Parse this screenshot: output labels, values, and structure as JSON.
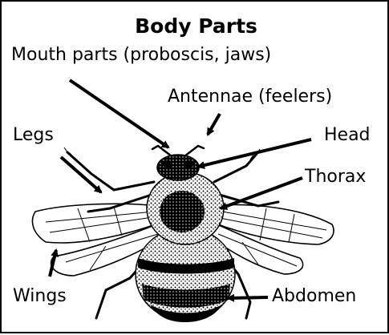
{
  "title": "Body Parts",
  "labels": {
    "mouth": "Mouth parts (proboscis, jaws)",
    "antennae": "Antennae (feelers)",
    "legs": "Legs",
    "head": "Head",
    "thorax": "Thorax",
    "wings": "Wings",
    "abdomen": "Abdomen"
  },
  "colors": {
    "ink": "#000000",
    "background": "#ffffff"
  }
}
